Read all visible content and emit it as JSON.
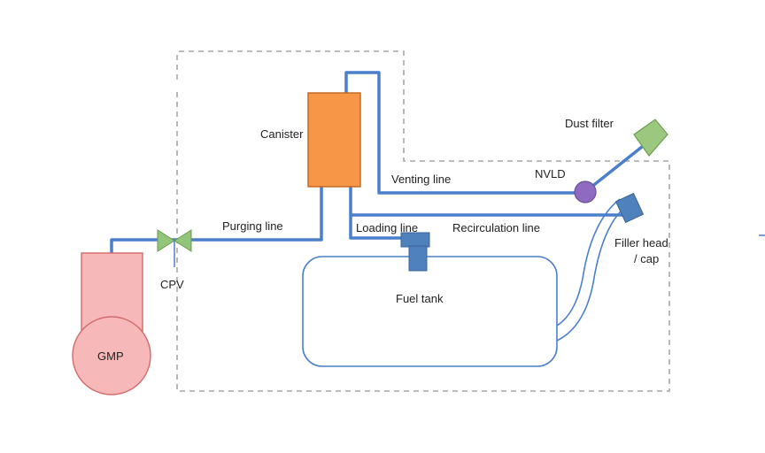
{
  "labels": {
    "canister": "Canister",
    "dust_filter": "Dust filter",
    "venting_line": "Venting line",
    "nvld": "NVLD",
    "purging_line": "Purging line",
    "loading_line": "Loading line",
    "recirculation_line": "Recirculation line",
    "filler_head_line1": "Filler head",
    "filler_head_line2": "/ cap",
    "cpv": "CPV",
    "fuel_tank": "Fuel tank",
    "gmp": "GMP"
  },
  "colors": {
    "line": "#4a7fcc",
    "canister": "#f79646",
    "canister_border": "#c0651f",
    "gmp_fill": "#f6b8b8",
    "gmp_border": "#d36a6a",
    "valve": "#92c47a",
    "nvld": "#8e6bc0",
    "dust_filter": "#9bc77e",
    "fitting": "#4f81bd",
    "dashed_boundary": "#a6a6a6"
  },
  "icons": {
    "cpv": "bowtie-valve-icon",
    "nvld": "circle-icon",
    "dust_filter": "filter-cone-icon",
    "filler_cap": "filler-cap-icon",
    "loading_fitting": "tank-fitting-icon"
  }
}
